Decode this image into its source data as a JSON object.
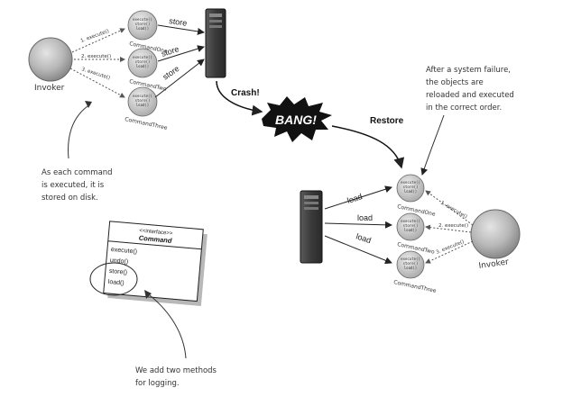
{
  "top": {
    "invoker": "Invoker",
    "commands": [
      "CommandOne",
      "CommandTwo",
      "CommandThree"
    ],
    "methods": [
      "execute()",
      "store()",
      "load()"
    ],
    "calls": [
      "1. execute()",
      "2. execute()",
      "3. execute()"
    ],
    "store_labels": [
      "store",
      "store",
      "store"
    ]
  },
  "crash_label": "Crash!",
  "bang": "BANG!",
  "restore_label": "Restore",
  "annotations": {
    "after_failure": [
      "After a system failure,",
      "the objects are",
      "reloaded and executed",
      "in the correct order."
    ],
    "each_command": [
      "As each command",
      "is executed, it is",
      "stored on disk."
    ],
    "two_methods": [
      "We add two methods",
      "for logging."
    ]
  },
  "bottom": {
    "invoker": "Invoker",
    "commands": [
      "CommandOne",
      "CommandTwo",
      "CommandThree"
    ],
    "calls": [
      "1. execute()",
      "2. execute()",
      "3. execute()"
    ],
    "load_labels": [
      "load",
      "load",
      "load"
    ]
  },
  "interface": {
    "stereotype": "<<interface>>",
    "name": "Command",
    "methods": [
      "execute()",
      "undo()",
      "store()",
      "load()"
    ]
  }
}
